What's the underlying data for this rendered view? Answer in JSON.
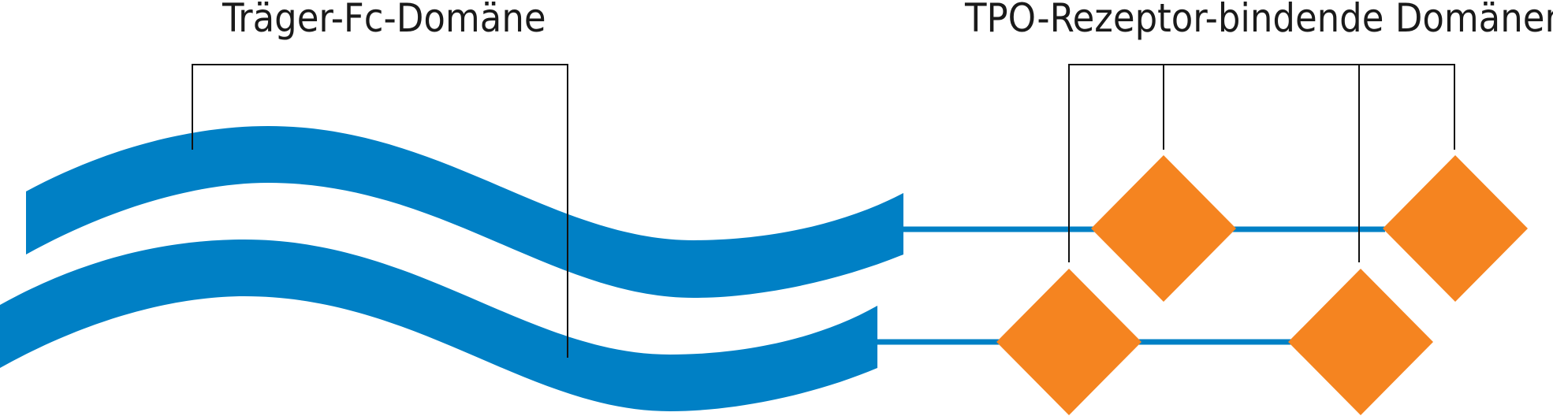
{
  "labels": {
    "fc_domain": "Träger-Fc-Domäne",
    "tpo_domains": "TPO-Rezeptor-bindende Domänen"
  },
  "colors": {
    "fc_band": "#0080c5",
    "linker": "#0080c5",
    "tpo_diamond": "#f58420",
    "bracket": "#111111",
    "text": "#1a1a1a"
  },
  "structure": {
    "chains": 2,
    "tpo_domains_per_chain": 2
  }
}
